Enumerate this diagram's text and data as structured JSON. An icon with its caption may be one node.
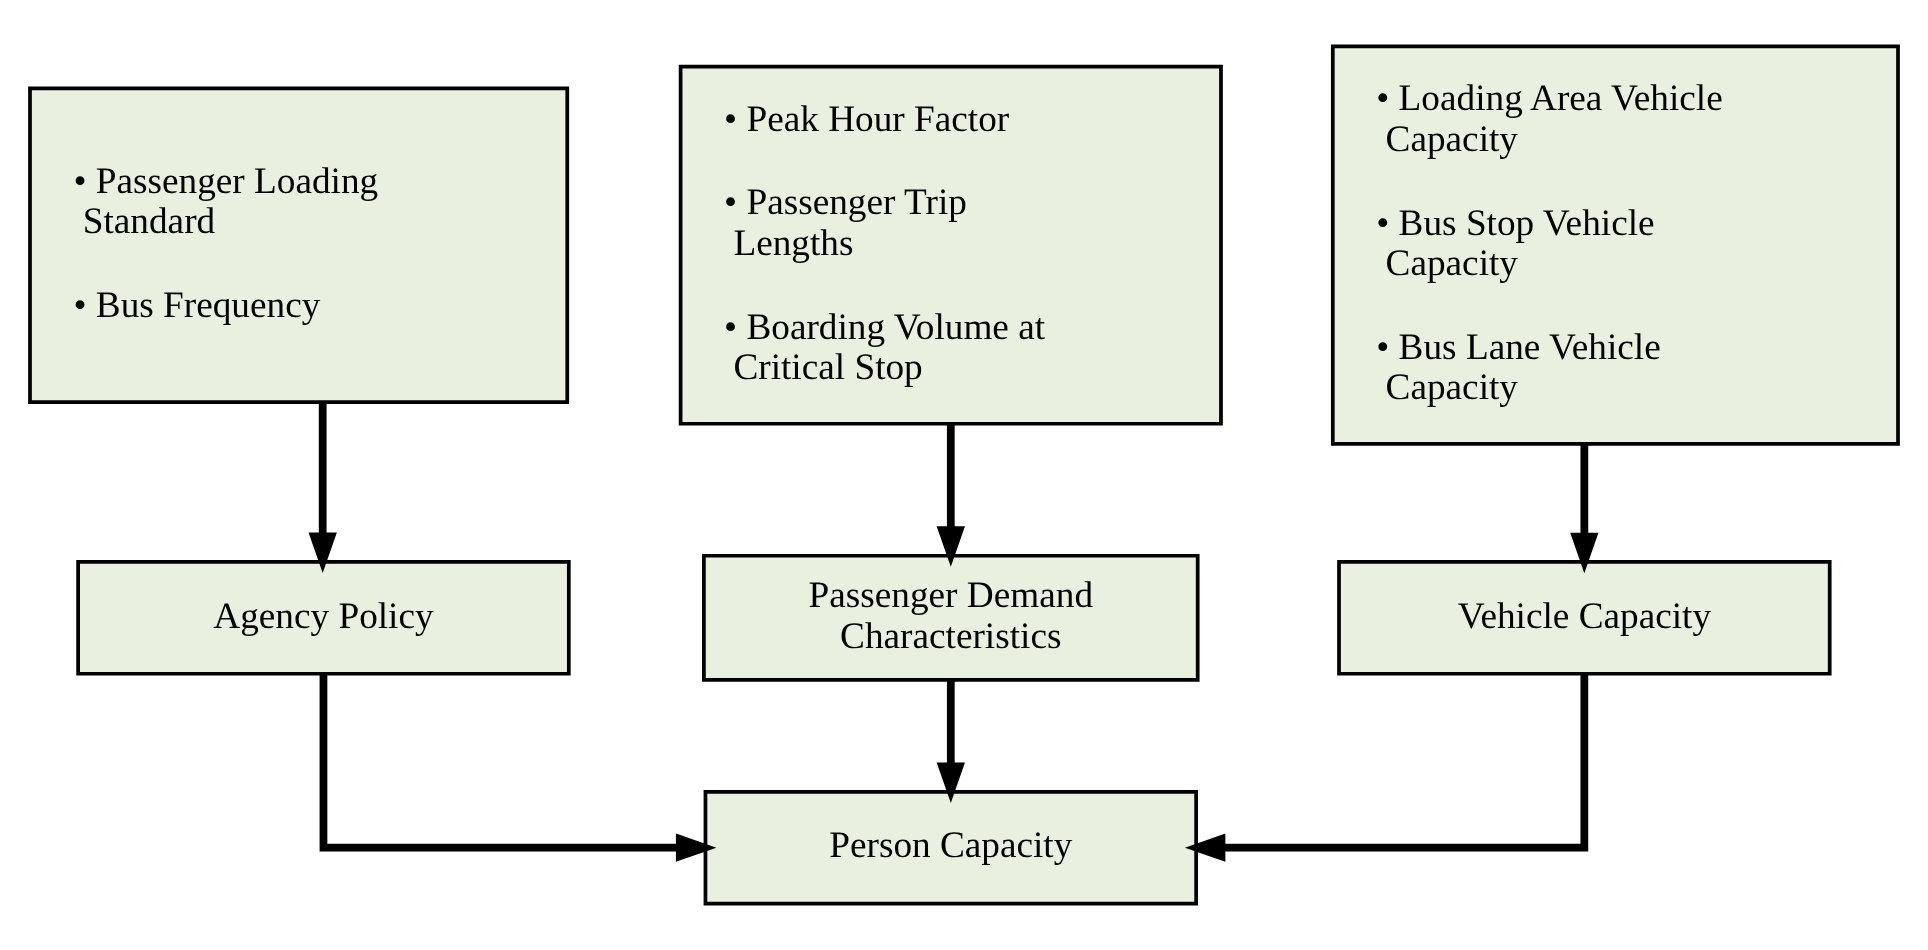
{
  "diagram": {
    "nodes": [
      {
        "text": [
          "• Passenger Loading Standard",
          "• Bus Frequency"
        ]
      },
      {
        "text": [
          "• Peak Hour Factor",
          "• Passenger Trip Lengths",
          "• Boarding Volume at Critical Stop"
        ]
      },
      {
        "text": [
          "• Loading Area Vehicle Capacity",
          "• Bus Stop Vehicle Capacity",
          "• Bus Lane Vehicle Capacity"
        ]
      },
      {
        "text": [
          "Agency Policy"
        ]
      },
      {
        "text": [
          "Passenger Demand Characteristics"
        ]
      },
      {
        "text": [
          "Vehicle Capacity"
        ]
      },
      {
        "text": [
          "Person Capacity"
        ]
      }
    ],
    "edges": [
      {
        "from": 0,
        "to": 3,
        "arrow": "to"
      },
      {
        "from": 1,
        "to": 4,
        "arrow": "to"
      },
      {
        "from": 2,
        "to": 5,
        "arrow": "to"
      },
      {
        "from": 3,
        "to": 6,
        "arrow": "to"
      },
      {
        "from": 4,
        "to": 6,
        "arrow": "to"
      },
      {
        "from": 5,
        "to": 6,
        "arrow": "to"
      }
    ]
  }
}
